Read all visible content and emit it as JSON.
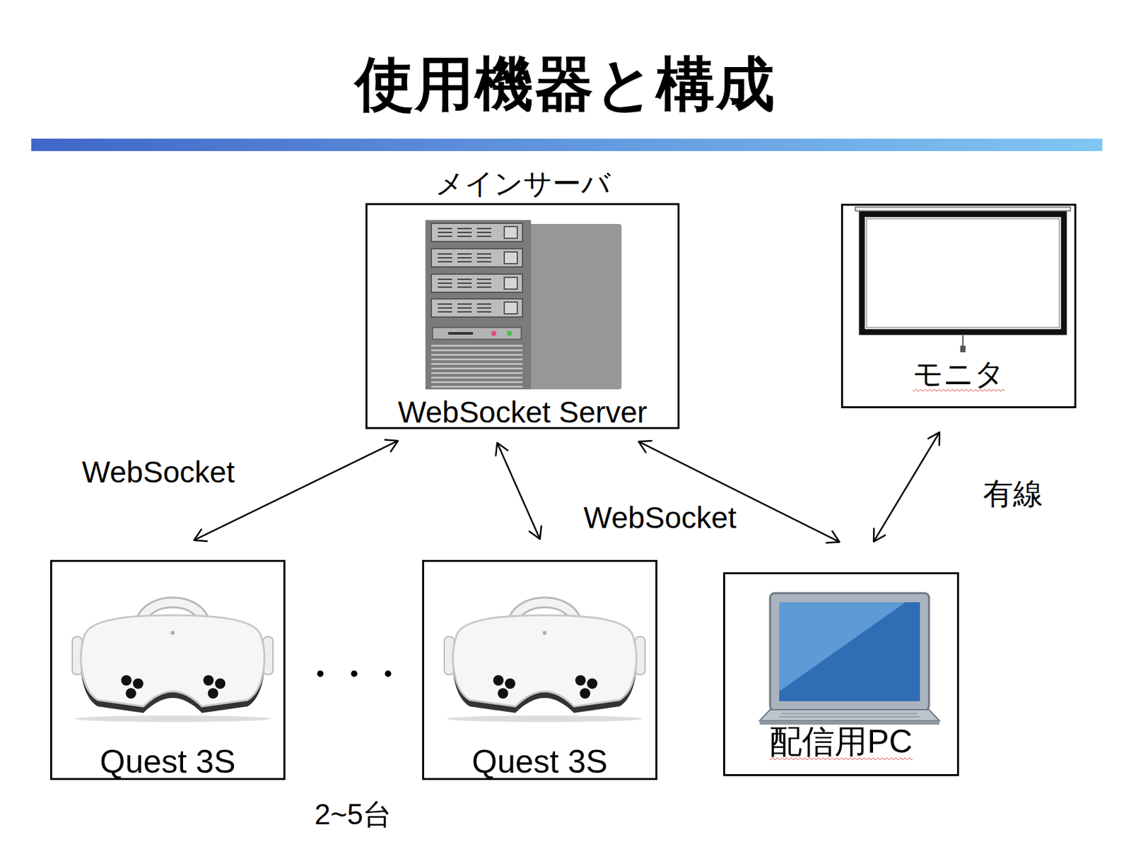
{
  "diagram": {
    "title": "使用機器と構成",
    "nodes": [
      {
        "text": [
          "メインサーバ",
          "WebSocket Server"
        ]
      },
      {
        "text": [
          "モニタ"
        ]
      },
      {
        "text": [
          "Quest 3S"
        ]
      },
      {
        "text": [
          "Quest 3S"
        ]
      },
      {
        "text": [
          "配信用PC"
        ]
      }
    ],
    "edges": [
      {
        "from": 0,
        "to": 2,
        "arrow": "both",
        "label": "WebSocket"
      },
      {
        "from": 0,
        "to": 3,
        "arrow": "both"
      },
      {
        "from": 0,
        "to": 4,
        "arrow": "both",
        "label": "WebSocket"
      },
      {
        "from": 4,
        "to": 1,
        "arrow": "both",
        "label": "有線"
      }
    ],
    "labels": [
      "・・・",
      "2~5台"
    ]
  }
}
